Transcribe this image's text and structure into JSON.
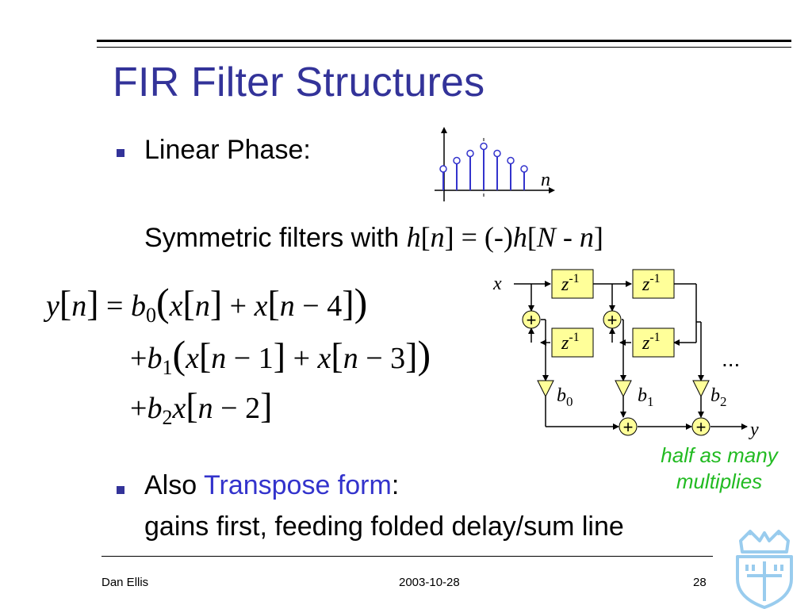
{
  "title": "FIR Filter Structures",
  "bullets": [
    {
      "text": "Linear Phase:"
    },
    {
      "prefix": "Also ",
      "emphasis": "Transpose form",
      "suffix": ":"
    }
  ],
  "symmetric": {
    "text": "Symmetric filters with ",
    "equation": {
      "h": "h",
      "n": "n",
      "eq": " = (-)",
      "N": "N",
      "minus": " - "
    }
  },
  "gains_line": "gains first, feeding folded delay/sum line",
  "note": {
    "line1": "half as many",
    "line2": "multiplies"
  },
  "equations": {
    "y": "y",
    "n": "n",
    "b": "b",
    "x": "x",
    "sub0": "0",
    "sub1": "1",
    "sub2": "2",
    "minus4": " − 4",
    "minus1": " − 1",
    "minus3": " − 3",
    "minus2": " − 2"
  },
  "stem_plot": {
    "axis_label": "n",
    "values": [
      0.9,
      1.25,
      1.55,
      1.85,
      1.55,
      1.25,
      0.9
    ],
    "accent": "#3333cc"
  },
  "block_diagram": {
    "input_label": "x",
    "output_label": "y",
    "delay_label": "z",
    "delay_exponent": "-1",
    "adder_symbol": "+",
    "gains": [
      "b",
      "b",
      "b"
    ],
    "gain_subscripts": [
      "0",
      "1",
      "2"
    ],
    "continuation": "...",
    "block_fill": "#ffff99",
    "gain_fill": "#ffff99"
  },
  "footer": {
    "author": "Dan Ellis",
    "date": "2003-10-28",
    "page": "28"
  },
  "logo": {
    "name": "crown-shield-logo",
    "color": "#99ccee"
  }
}
